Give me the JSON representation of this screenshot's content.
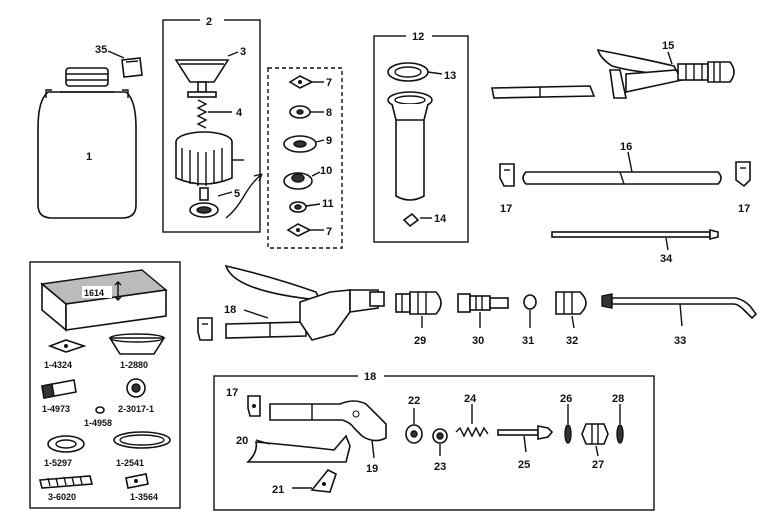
{
  "labels": {
    "p1": "1",
    "p2": "2",
    "p3": "3",
    "p4": "4",
    "p5": "5",
    "p35": "35",
    "p7a": "7",
    "p8": "8",
    "p9": "9",
    "p10": "10",
    "p11": "11",
    "p7b": "7",
    "p12": "12",
    "p13": "13",
    "p14": "14",
    "p15": "15",
    "p16": "16",
    "p17a": "17",
    "p17b": "17",
    "p34": "34",
    "p18a": "18",
    "p29": "29",
    "p30": "30",
    "p31": "31",
    "p32": "32",
    "p33": "33",
    "p18b": "18",
    "p17c": "17",
    "p19": "19",
    "p20": "20",
    "p21": "21",
    "p22": "22",
    "p23": "23",
    "p24": "24",
    "p25": "25",
    "p26": "26",
    "p27": "27",
    "p28": "28"
  },
  "kit": {
    "box": "1614",
    "k1": "1-4324",
    "k2": "1-2880",
    "k3": "1-4973",
    "k4": "2-3017-1",
    "k5": "1-4958",
    "k6": "1-5297",
    "k7": "1-2541",
    "k8": "3-6020",
    "k9": "1-3564"
  }
}
